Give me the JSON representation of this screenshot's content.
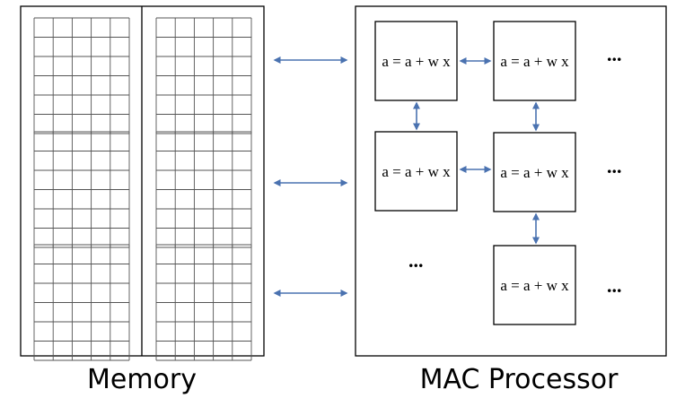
{
  "memory": {
    "label": "Memory",
    "bank_rows": 3,
    "bank_cols": 2,
    "cell_grid": {
      "rows": 6,
      "cols": 5
    }
  },
  "processor": {
    "label": "MAC Processor",
    "mac_op": "a = a + w x",
    "ellipsis": "...",
    "units": [
      {
        "row": 0,
        "col": 0,
        "text": "a = a + w x"
      },
      {
        "row": 0,
        "col": 1,
        "text": "a = a + w x"
      },
      {
        "row": 1,
        "col": 0,
        "text": "a = a + w x"
      },
      {
        "row": 1,
        "col": 1,
        "text": "a = a + w x"
      },
      {
        "row": 2,
        "col": 1,
        "text": "a = a + w x"
      }
    ]
  },
  "colors": {
    "arrow": "#4a72b0",
    "stroke": "#000000",
    "grid": "#555555"
  }
}
